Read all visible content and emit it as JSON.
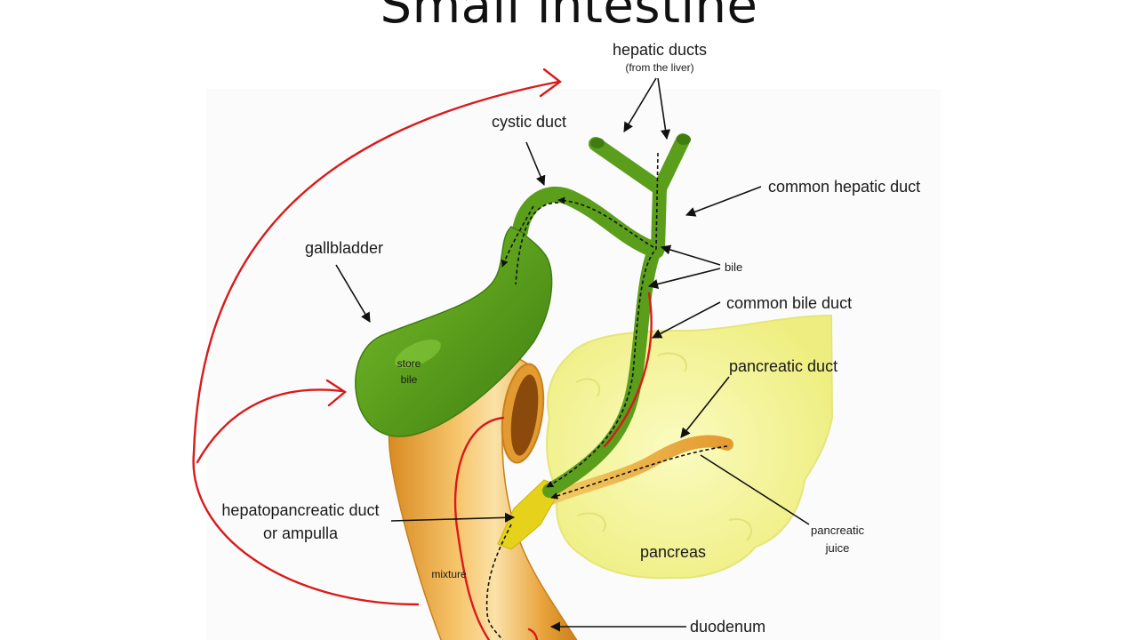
{
  "slide": {
    "title": "Small intestine"
  },
  "diagram": {
    "labels": {
      "hepatic_ducts": "hepatic ducts",
      "from_the_liver": "(from the liver)",
      "cystic_duct": "cystic duct",
      "common_hepatic_duct": "common hepatic duct",
      "gallbladder": "gallbladder",
      "bile": "bile",
      "common_bile_duct": "common bile duct",
      "pancreatic_duct": "pancreatic duct",
      "store": "store",
      "bile_store": "bile",
      "hepatopancreatic_duct": "hepatopancreatic duct",
      "or_ampulla": "or ampulla",
      "pancreatic": "pancreatic",
      "juice": "juice",
      "pancreas": "pancreas",
      "mixture": "mixture",
      "duodenum": "duodenum"
    },
    "colors": {
      "gallbladder": "#5a9e1c",
      "duodenum": "#e8a23a",
      "pancreas": "#f3f38c",
      "pancreatic_duct": "#eba845",
      "ampulla": "#e6d21a",
      "annotation": "#d91a1a"
    }
  }
}
